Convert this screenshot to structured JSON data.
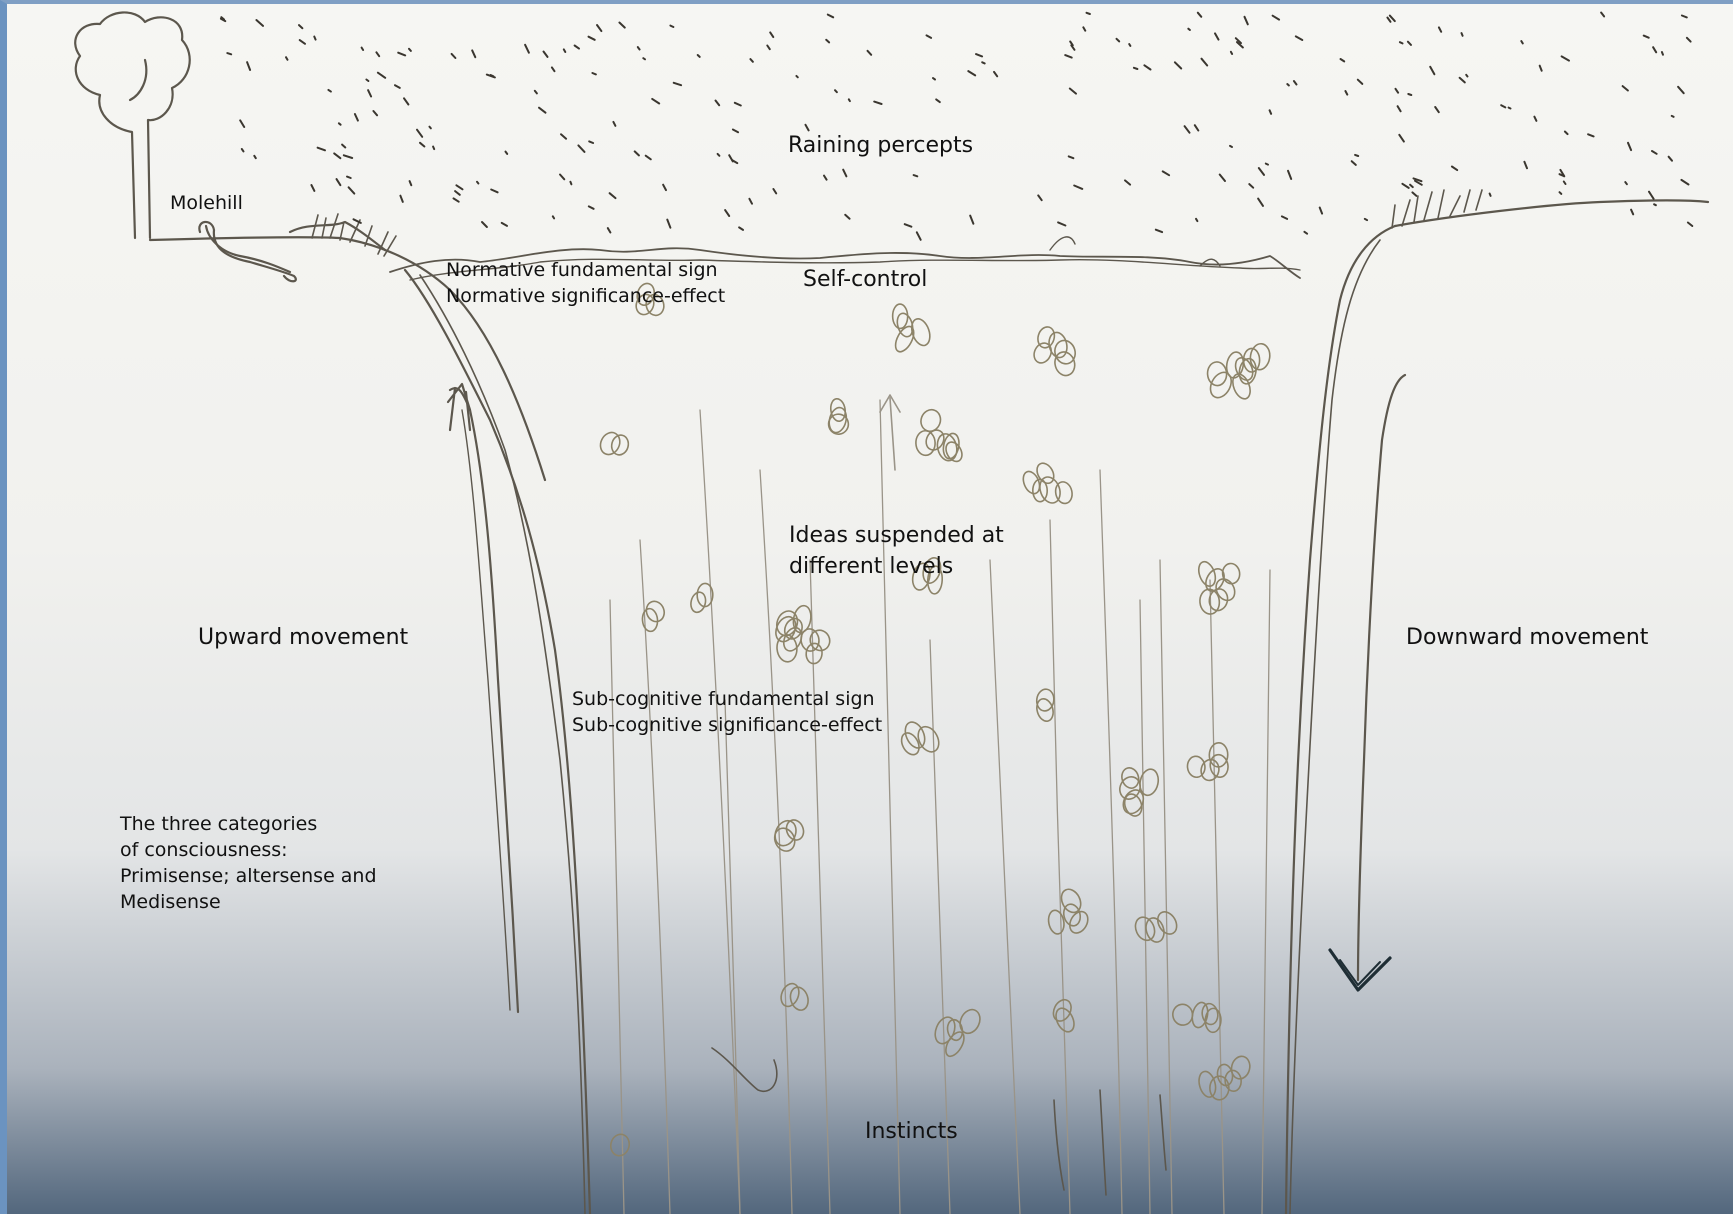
{
  "labels": {
    "raining_percepts": "Raining percepts",
    "molehill": "Molehill",
    "normative_sign": "Normative fundamental sign",
    "normative_effect": "Normative significance-effect",
    "self_control": "Self-control",
    "ideas_line1": "Ideas suspended at",
    "ideas_line2": "different levels",
    "upward_movement": "Upward movement",
    "downward_movement": "Downward movement",
    "subcognitive_sign": "Sub-cognitive fundamental sign",
    "subcognitive_effect": "Sub-cognitive significance-effect",
    "categories_line1": "The three categories",
    "categories_line2": "of consciousness:",
    "categories_line3": "Primisense; altersense and",
    "categories_line4": "Medisense",
    "instincts": "Instincts"
  },
  "colors": {
    "pencil": "#5c574d",
    "pencil_light": "#9a9488",
    "ink_arrow": "#1f2e35",
    "paper": "#f4f4f1",
    "shadow_blue": "#53677d"
  },
  "icons": [
    "tree-icon",
    "molehill-worm-icon",
    "grass-tuft-icon",
    "idea-cluster-icon",
    "down-arrow-icon",
    "up-arrow-icon"
  ]
}
